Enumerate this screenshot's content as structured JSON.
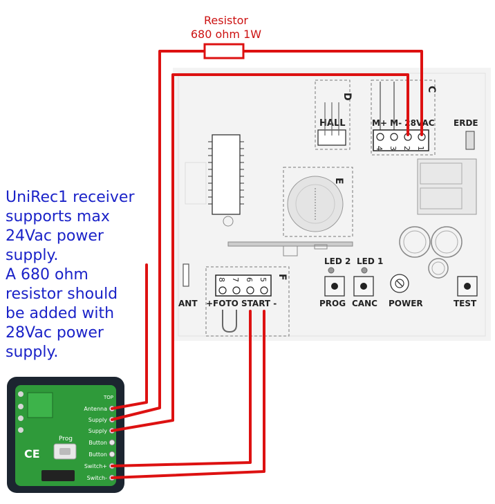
{
  "resistor": {
    "name": "Resistor",
    "value": "680 ohm 1W"
  },
  "note_lines": [
    "UniRec1 receiver",
    "supports max",
    "24Vac power",
    "supply.",
    "A 680 ohm",
    "resistor should",
    "be added with",
    "28Vac power",
    "supply."
  ],
  "board": {
    "section_labels": {
      "d": "D",
      "c": "C",
      "e": "E",
      "f": "F"
    },
    "hall": "HALL",
    "power_block": {
      "header": "M+ M- 28VAC",
      "pins": [
        "4",
        "3",
        "2",
        "1"
      ]
    },
    "erde": "ERDE",
    "led2": "LED 2",
    "led1": "LED 1",
    "ant": "ANT",
    "foto_block": {
      "pins": [
        "8",
        "7",
        "6",
        "5"
      ],
      "footer": "+FOTO START -"
    },
    "buttons": {
      "prog": "PROG",
      "canc": "CANC",
      "power": "POWER",
      "test": "TEST"
    }
  },
  "receiver": {
    "top_mark": "TOP",
    "prog": "Prog",
    "ce": "CE",
    "pins": [
      "Antenna",
      "Supply",
      "Supply",
      "Button",
      "Button",
      "Switch+",
      "Switch-"
    ]
  },
  "colors": {
    "wire": "#dd1111",
    "note_text": "#1a22c8",
    "board_line": "#555555",
    "receiver_body": "#1c2530",
    "pcb": "#2f9a3a"
  }
}
